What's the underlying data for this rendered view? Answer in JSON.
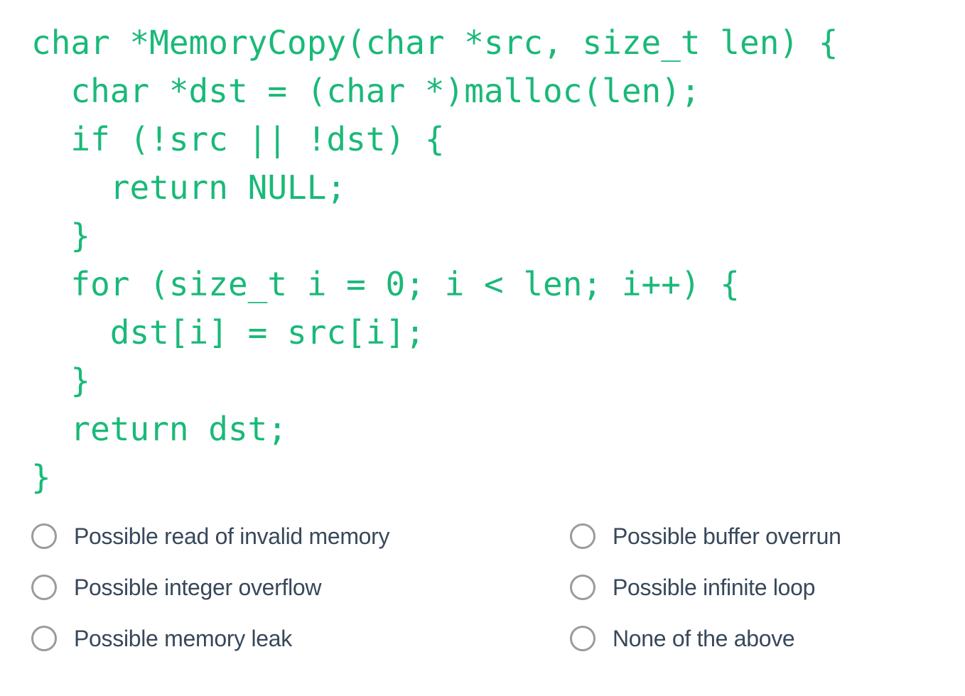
{
  "colors": {
    "code_green": "#1ab978",
    "label_text": "#38485a",
    "radio_border": "#9b9b9b",
    "background": "#ffffff"
  },
  "code": {
    "language": "c",
    "lines": [
      "char *MemoryCopy(char *src, size_t len) {",
      "  char *dst = (char *)malloc(len);",
      "  if (!src || !dst) {",
      "    return NULL;",
      "  }",
      "  for (size_t i = 0; i < len; i++) {",
      "    dst[i] = src[i];",
      "  }",
      "  return dst;",
      "}"
    ]
  },
  "question": {
    "type": "single-choice",
    "selected_index": -1,
    "options": [
      {
        "label": "Possible read of invalid memory",
        "selected": false
      },
      {
        "label": "Possible integer overflow",
        "selected": false
      },
      {
        "label": "Possible memory leak",
        "selected": false
      },
      {
        "label": "Possible buffer overrun",
        "selected": false
      },
      {
        "label": "Possible infinite loop",
        "selected": false
      },
      {
        "label": "None of the above",
        "selected": false
      }
    ]
  }
}
